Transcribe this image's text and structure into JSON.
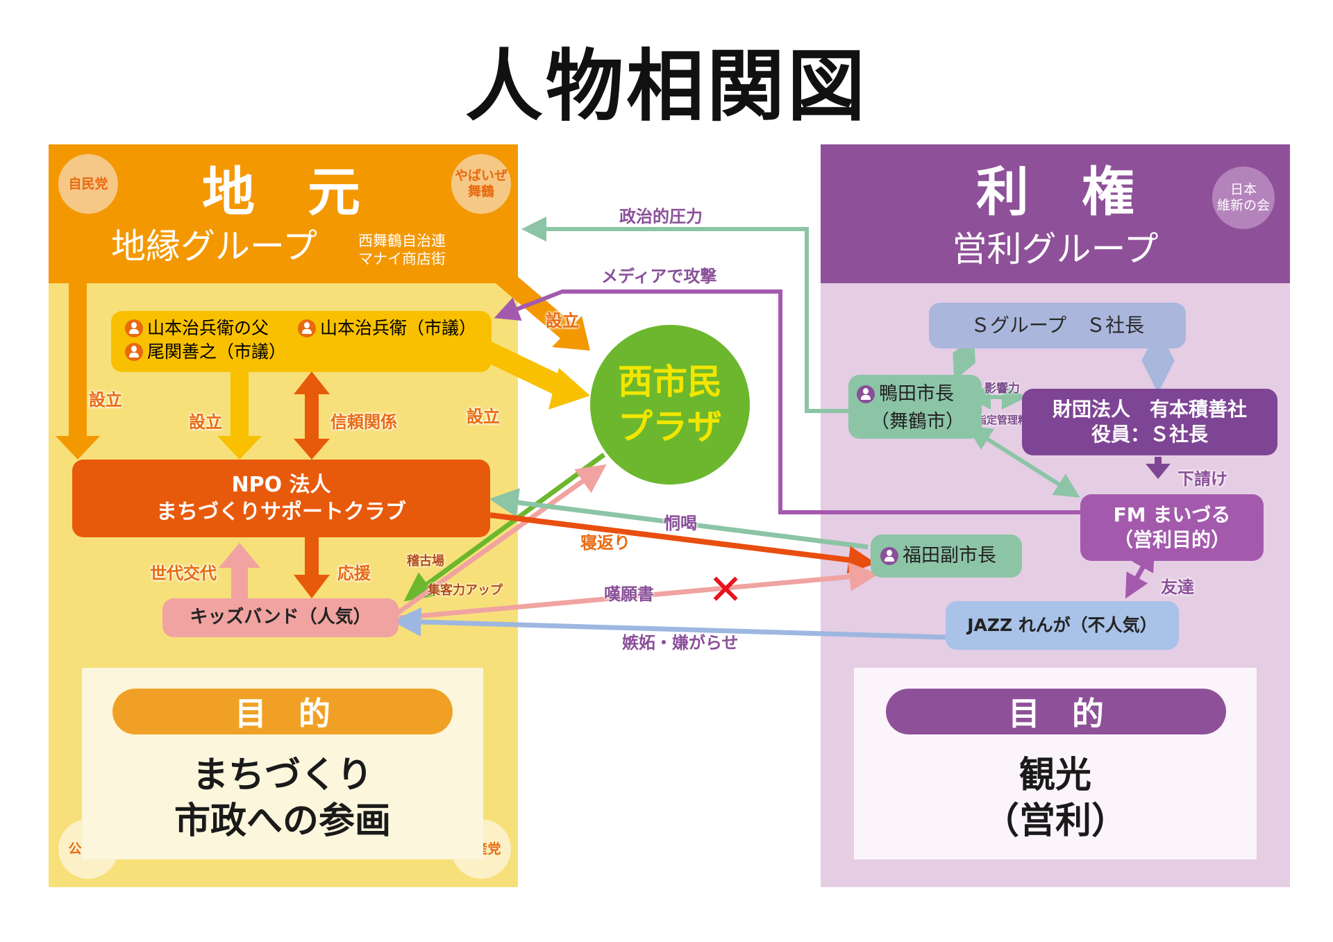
{
  "title": "人物相関図",
  "left": {
    "heading": "地　元",
    "subheading": "地縁グループ",
    "orgs": [
      "西舞鶴自治連",
      "マナイ商店街"
    ],
    "parties": [
      "自民党",
      "やばいぜ\n舞鶴",
      "公明党",
      "共産党"
    ],
    "founders": {
      "person1": "山本治兵衛の父",
      "person2": "山本治兵衛（市議）",
      "person3": "尾関善之（市議）"
    },
    "npo": {
      "line1": "NPO 法人",
      "line2": "まちづくりサポートクラブ"
    },
    "kids": "キッズバンド（人気）",
    "purpose_label": "目　的",
    "purpose_line1": "まちづくり",
    "purpose_line2": "市政への参画",
    "colors": {
      "header": "#f39800",
      "panel": "#f7e07a",
      "accent": "#e85a0b"
    }
  },
  "right": {
    "heading": "利　権",
    "subheading": "営利グループ",
    "party": "日本\n維新の会",
    "s_group": "Ｓグループ　Ｓ社長",
    "mayor": {
      "line1": "鴨田市長",
      "line2": "（舞鶴市）"
    },
    "foundation": {
      "line1": "財団法人　有本積善社",
      "line2": "役員：Ｓ社長"
    },
    "fm": {
      "line1": "FM まいづる",
      "line2": "（営利目的）"
    },
    "deputy": "福田副市長",
    "jazz": "JAZZ れんが（不人気）",
    "purpose_label": "目　的",
    "purpose_line1": "観光",
    "purpose_line2": "（営利）",
    "colors": {
      "header": "#8e5199",
      "panel": "#e5cde4",
      "accent": "#7f4595"
    }
  },
  "plaza": {
    "line1": "西市民",
    "line2": "プラザ",
    "color": "#6cb72e",
    "text_color": "#f2e600"
  },
  "links": {
    "political_pressure": "政治的圧力",
    "media_attack": "メディアで攻撃",
    "found_plaza": "設立",
    "found_left": "設立",
    "found_mid": "設立",
    "trust": "信頼関係",
    "found_right": "設立",
    "influence": "影響力",
    "designated": "指定管理料",
    "subcontract": "下請け",
    "intimidation": "恫喝",
    "betrayal": "寝返り",
    "generation": "世代交代",
    "support": "応援",
    "practice": "稽古場",
    "attract": "集客力アップ",
    "petition": "嘆願書",
    "petition_rejected": "✕",
    "friends": "友達",
    "jealousy": "嫉妬・嫌がらせ"
  }
}
